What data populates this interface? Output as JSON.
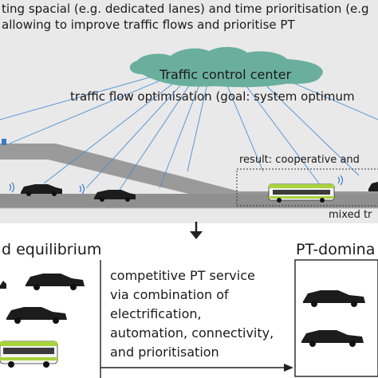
{
  "header": {
    "line1": "ting spacial (e.g. dedicated lanes) and time prioritisation (e.g",
    "line2": "allowing to improve traffic flows and prioritise PT"
  },
  "cloud": {
    "label": "Traffic control center",
    "color": "#6aaf9d"
  },
  "optimisation_label": "traffic flow optimisation (goal: system optimum",
  "result_label": "result: cooperative and",
  "mixed_label": "mixed tr",
  "left_panel": {
    "title": "d equilibrium"
  },
  "center_text": {
    "line1": "competitive PT service",
    "line2": "via combination of",
    "line3": "electrification,",
    "line4": "automation, connectivity,",
    "line5": "and prioritisation"
  },
  "right_panel": {
    "title": "PT-domina"
  },
  "colors": {
    "road": "#9a9a9a",
    "band": "#e9e9e9",
    "bus_green": "#a8d23c",
    "car": "#1c1c1c",
    "signal": "#3a79c6"
  }
}
